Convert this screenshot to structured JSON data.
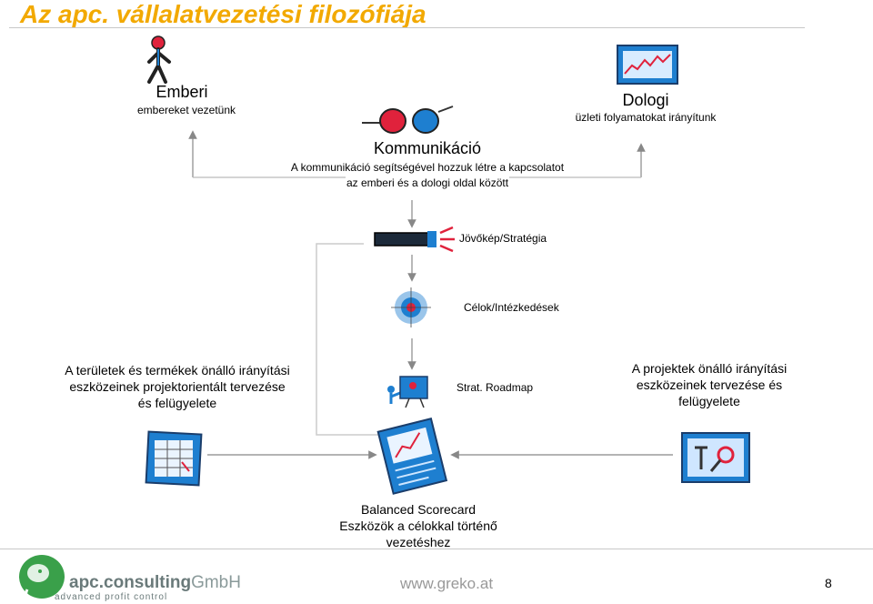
{
  "slide": {
    "title": "Az apc. vállalatvezetési filozófiája",
    "page_number": "8"
  },
  "human": {
    "heading": "Emberi",
    "subtitle": "embereket vezetünk",
    "icon": "person-icon"
  },
  "things": {
    "heading": "Dologi",
    "subtitle": "üzleti folyamatokat irányítunk",
    "icon": "chart-monitor-icon"
  },
  "communication": {
    "heading": "Kommunikáció",
    "line1": "A kommunikáció segítségével hozzuk létre a kapcsolatot",
    "line2": "az emberi és a dologi oldal között",
    "icon": "speech-heads-icon"
  },
  "steps": {
    "vision": "Jövőkép/Stratégia",
    "goals": "Célok/Intézkedések",
    "roadmap": "Strat. Roadmap"
  },
  "left_block": {
    "line1": "A területek és termékek önálló irányítási",
    "line2": "eszközeinek projektorientált tervezése",
    "line3": "és felügyelete"
  },
  "right_block": {
    "line1": "A projektek önálló irányítási",
    "line2": "eszközeinek tervezése és",
    "line3": "felügyelete"
  },
  "bsc": {
    "line1": "Balanced Scorecard",
    "line2": "Eszközök a célokkal történő",
    "line3": "vezetéshez"
  },
  "footer": {
    "logo_name": "apc.consulting",
    "logo_suffix": "GmbH",
    "logo_tagline": "advanced profit control",
    "url": "www.greko.at"
  },
  "colors": {
    "title": "#f2a900",
    "accent_blue": "#1e7fd0",
    "accent_red": "#e0223c",
    "logo_green": "#3aa04a",
    "arrow_gray": "#888888"
  }
}
